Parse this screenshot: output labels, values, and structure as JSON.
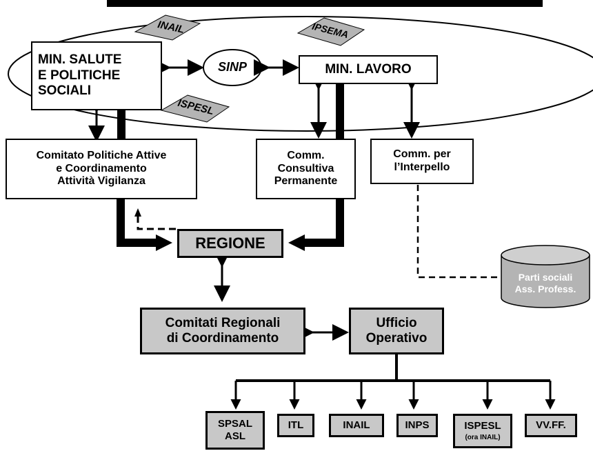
{
  "nodes": {
    "min_salute": "MIN. SALUTE\nE POLITICHE\nSOCIALI",
    "sinp": "SINP",
    "min_lavoro": "MIN. LAVORO",
    "inail_top": "INAIL",
    "ipsema": "IPSEMA",
    "ispesl_top": "ISPESL",
    "comitato_politiche": "Comitato Politiche Attive\ne Coordinamento\nAttività Vigilanza",
    "comm_consultiva": "Comm.\nConsultiva\nPermanente",
    "comm_interpello": "Comm. per\nl’Interpello",
    "regione": "REGIONE",
    "comitati_regionali": "Comitati Regionali\ndi Coordinamento",
    "ufficio_operativo": "Ufficio\nOperativo",
    "parti_sociali": "Parti sociali\nAss. Profess.",
    "spsal": "SPSAL\nASL",
    "itl": "ITL",
    "inail_bottom": "INAIL",
    "inps": "INPS",
    "ispesl_bottom": "ISPESL",
    "ispesl_bottom_note": "(ora INAIL)",
    "vvff": "VV.FF."
  },
  "colors": {
    "gray_fill": "#c8c8c8",
    "diamond_fill": "#b4b4b4",
    "line": "#000000"
  }
}
